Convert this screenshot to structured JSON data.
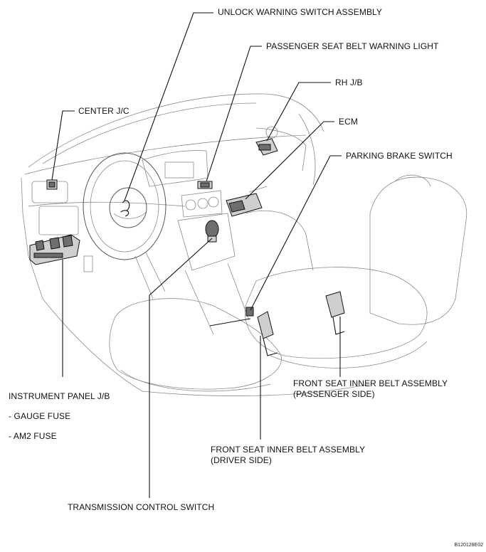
{
  "labels": {
    "unlock_warning_switch": "UNLOCK WARNING SWITCH ASSEMBLY",
    "passenger_seat_belt_warning_light": "PASSENGER SEAT BELT WARNING LIGHT",
    "rh_jb": "RH J/B",
    "center_jc": "CENTER J/C",
    "ecm": "ECM",
    "parking_brake_switch": "PARKING BRAKE SWITCH",
    "instrument_panel_jb": "INSTRUMENT PANEL J/B",
    "gauge_fuse": "- GAUGE FUSE",
    "am2_fuse": "- AM2 FUSE",
    "front_seat_passenger_line1": "FRONT SEAT INNER BELT ASSEMBLY",
    "front_seat_passenger_line2": "(PASSENGER SIDE)",
    "front_seat_driver_line1": "FRONT SEAT INNER BELT ASSEMBLY",
    "front_seat_driver_line2": "(DRIVER SIDE)",
    "transmission_control_switch": "TRANSMISSION CONTROL SWITCH"
  },
  "figure_code": "B120128E02"
}
